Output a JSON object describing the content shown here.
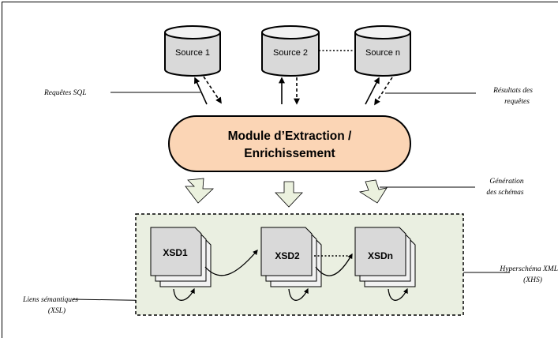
{
  "sources": [
    {
      "label": "Source 1"
    },
    {
      "label": "Source 2"
    },
    {
      "label": "Source n"
    }
  ],
  "module": {
    "line1": "Module d’Extraction /",
    "line2": "Enrichissement",
    "fill": "#fbd5b5"
  },
  "documents": [
    {
      "label": "XSD1"
    },
    {
      "label": "XSD2"
    },
    {
      "label": "XSDn"
    }
  ],
  "annotations": {
    "sql_queries": "Requêtes SQL",
    "query_results_line1": "Résultats des",
    "query_results_line2": "requêtes",
    "schema_generation_line1": "Génération",
    "schema_generation_line2": "des schémas",
    "hyperschema_line1": "Hyperschéma XML",
    "hyperschema_line2": "(XHS)",
    "semantic_links_line1": "Liens sémantiques",
    "semantic_links_line2": "(XSL)"
  },
  "colors": {
    "database_fill": "#d9d9d9",
    "database_top": "#f2f2f2",
    "hyperschema_fill": "#eaefe1",
    "generation_arrow_fill": "#ebf1de"
  }
}
